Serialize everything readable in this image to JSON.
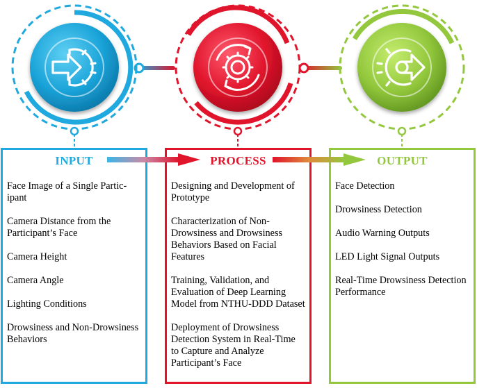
{
  "colors": {
    "input": "#1fa9de",
    "process": "#e0142b",
    "output": "#93c83e"
  },
  "icons": {
    "input": "arrow-into-gear-icon",
    "process": "gear-cycle-icon",
    "output": "arrow-out-of-gear-icon"
  },
  "input": {
    "title": "INPUT",
    "items": [
      "Face Image of a Single Partic­ipant",
      "Camera Distance from the Participant’s Face",
      "Camera Height",
      "Camera Angle",
      "Lighting Conditions",
      "Drowsiness and Non-Drowsiness Behaviors"
    ]
  },
  "process": {
    "title": "PROCESS",
    "items": [
      "Designing and Development of Prototype",
      "Characterization of Non-Drowsiness and Drowsiness Behaviors Based on Facial Features",
      "Training, Validation, and Evaluation of Deep Learning Model from NTHU-DDD Da­taset",
      "Deployment of Drowsiness Detection System in Real-Time to Capture and Analyze Participant’s Face"
    ]
  },
  "output": {
    "title": "OUTPUT",
    "items": [
      "Face Detection",
      "Drowsiness Detection",
      "Audio Warning Outputs",
      "LED Light Signal Outputs",
      "Real-Time Drowsiness Detec­tion Performance"
    ]
  }
}
